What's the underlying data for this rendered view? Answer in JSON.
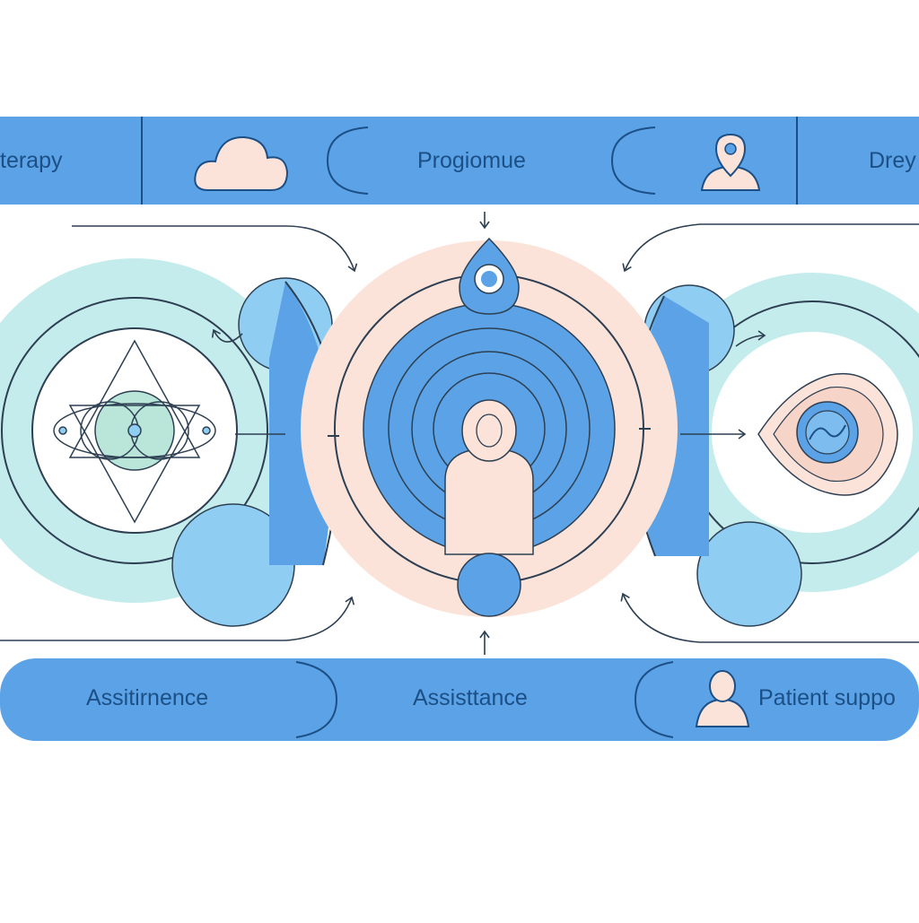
{
  "top_bar": {
    "labels": [
      "terapy",
      "Progiomue",
      "Drey"
    ],
    "icons": [
      "cloud-icon",
      "person-pin-icon"
    ]
  },
  "bottom_bar": {
    "labels": [
      "Assitirnence",
      "Assisttance",
      "Patient suppo"
    ],
    "icons": [
      "person-icon"
    ]
  },
  "diagram": {
    "left_node": "geometric-star-icon",
    "center_node": "person-with-rings-icon",
    "center_top": "water-drop-icon",
    "right_node": "flower-orb-icon"
  },
  "colors": {
    "blue": "#5ba3e6",
    "light_blue": "#8fcdf2",
    "mint": "#c5ecec",
    "peach": "#fbe3da",
    "line": "#2d3f52",
    "text": "#1c4f86"
  }
}
